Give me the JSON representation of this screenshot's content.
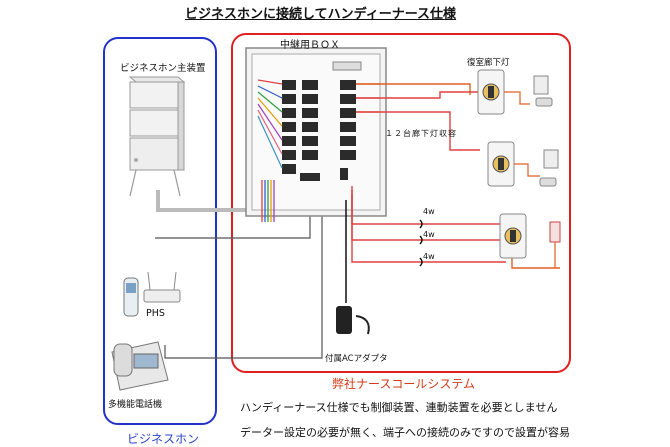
{
  "title": "ビジネスホンに接続してハンディーナース仕様",
  "business_phone": {
    "main_unit_label": "ビジネスホン主装置",
    "phs_label": "PHS",
    "multifunction_phone_label": "多機能電話機",
    "caption": "ビジネスホン",
    "frame_color": "#2233cc"
  },
  "nurse_call": {
    "junction_box_label": "中継用ＢＯＸ",
    "ceiling_light_label": "復室廊下灯",
    "twelve_units_note": "１２台廊下灯収容",
    "wire_labels": [
      "4w",
      "4w",
      "4w"
    ],
    "adapter_label": "付属ACアダプタ",
    "system_caption": "弊社ナースコールシステム",
    "frame_color": "#e02020"
  },
  "description": {
    "line1": "ハンディーナース仕様でも制御装置、連動装置を必要としません",
    "line2": "データー設定の必要が無く、端子への接続のみですので設置が容易"
  }
}
